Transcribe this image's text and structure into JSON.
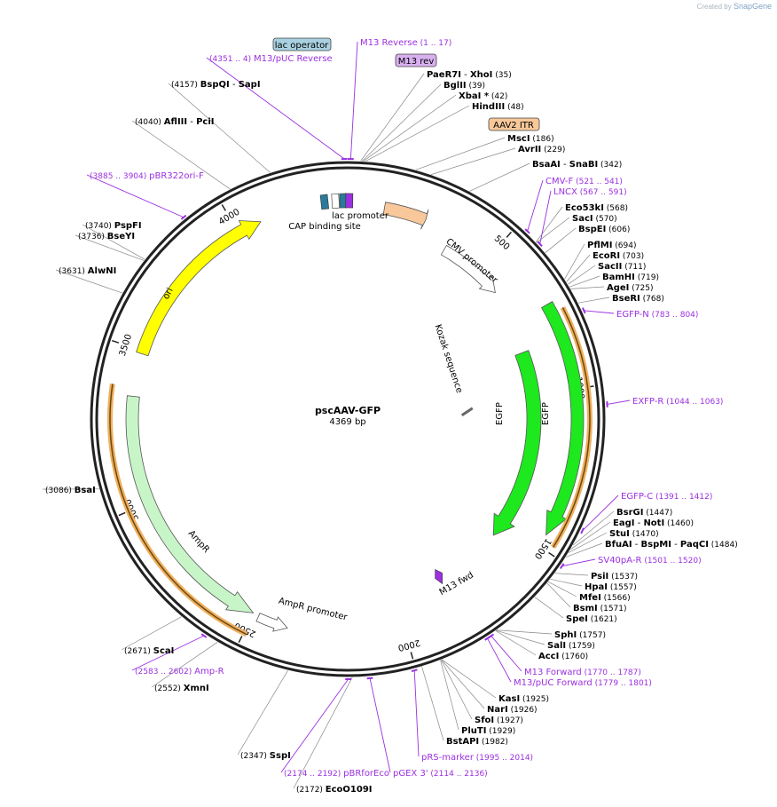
{
  "watermark": {
    "created_by": "Created by",
    "brand": "SnapGene"
  },
  "plasmid": {
    "name": "pscAAV-GFP",
    "length": "4369 bp"
  },
  "ticks": [
    "500",
    "1000",
    "1500",
    "2000",
    "2500",
    "3000",
    "3500",
    "4000"
  ],
  "features": {
    "lac_promoter": "lac promoter",
    "cap_site": "CAP binding site",
    "cmv_promoter": "CMV promoter",
    "kozak": "Kozak sequence",
    "egfp_inner": "EGFP",
    "egfp_outer": "EGFP",
    "m13fwd": "M13 fwd",
    "ampr": "AmpR",
    "ampr_promoter": "AmpR promoter",
    "ori": "ori"
  },
  "boxes": {
    "lac_operator": "lac operator",
    "m13_rev": "M13 rev",
    "aav2_itr": "AAV2 ITR"
  },
  "enzymes": [
    {
      "name": "PaeR7I",
      "sep": " - ",
      "name2": "XhoI",
      "pos": "(35)"
    },
    {
      "name": "BglII",
      "pos": "(39)"
    },
    {
      "name": "XbaI *",
      "pos": "(42)"
    },
    {
      "name": "HindIII",
      "pos": "(48)"
    },
    {
      "name": "MscI",
      "pos": "(186)"
    },
    {
      "name": "AvrII",
      "pos": "(229)"
    },
    {
      "name": "BsaAI",
      "sep": " - ",
      "name2": "SnaBI",
      "pos": "(342)"
    },
    {
      "name": "Eco53kI",
      "pos": "(568)"
    },
    {
      "name": "SacI",
      "pos": "(570)"
    },
    {
      "name": "BspEI",
      "pos": "(606)"
    },
    {
      "name": "PflMI",
      "pos": "(694)"
    },
    {
      "name": "EcoRI",
      "pos": "(703)"
    },
    {
      "name": "SacII",
      "pos": "(711)"
    },
    {
      "name": "BamHI",
      "pos": "(719)"
    },
    {
      "name": "AgeI",
      "pos": "(725)"
    },
    {
      "name": "BseRI",
      "pos": "(768)"
    },
    {
      "name": "BsrGI",
      "pos": "(1447)"
    },
    {
      "name": "EagI",
      "sep": " - ",
      "name2": "NotI",
      "pos": "(1460)"
    },
    {
      "name": "StuI",
      "pos": "(1470)"
    },
    {
      "name": "BfuAI",
      "sep": " - ",
      "name2": "BspMI",
      "sep2": " - ",
      "name3": "PaqCI",
      "pos": "(1484)"
    },
    {
      "name": "PsiI",
      "pos": "(1537)"
    },
    {
      "name": "HpaI",
      "pos": "(1557)"
    },
    {
      "name": "MfeI",
      "pos": "(1566)"
    },
    {
      "name": "BsmI",
      "pos": "(1571)"
    },
    {
      "name": "SpeI",
      "pos": "(1621)"
    },
    {
      "name": "SphI",
      "pos": "(1757)"
    },
    {
      "name": "SalI",
      "pos": "(1759)"
    },
    {
      "name": "AccI",
      "pos": "(1760)"
    },
    {
      "name": "KasI",
      "pos": "(1925)"
    },
    {
      "name": "NarI",
      "pos": "(1926)"
    },
    {
      "name": "SfoI",
      "pos": "(1927)"
    },
    {
      "name": "PluTI",
      "pos": "(1929)"
    },
    {
      "name": "BstAPI",
      "pos": "(1982)"
    },
    {
      "name": "SspI",
      "pos": "(2347)"
    },
    {
      "name": "EcoO109I",
      "pos": "(2172)"
    },
    {
      "name": "XmnI",
      "pos": "(2552)"
    },
    {
      "name": "ScaI",
      "pos": "(2671)"
    },
    {
      "name": "BsaI",
      "pos": "(3086)"
    },
    {
      "name": "AlwNI",
      "pos": "(3631)"
    },
    {
      "name": "BseYI",
      "pos": "(3736)"
    },
    {
      "name": "PspFI",
      "pos": "(3740)"
    },
    {
      "name": "AflIII",
      "sep": " - ",
      "name2": "PciI",
      "pos": "(4040)"
    },
    {
      "name": "BspQI",
      "sep": " - ",
      "name2": "SapI",
      "pos": "(4157)"
    }
  ],
  "primers": [
    {
      "name": "M13 Reverse",
      "range": "(1 .. 17)"
    },
    {
      "name": "M13/pUC Reverse",
      "range": "(4351 .. 4)"
    },
    {
      "name": "CMV-F",
      "range": "(521 .. 541)"
    },
    {
      "name": "LNCX",
      "range": "(567 .. 591)"
    },
    {
      "name": "EGFP-N",
      "range": "(783 .. 804)"
    },
    {
      "name": "EXFP-R",
      "range": "(1044 .. 1063)"
    },
    {
      "name": "EGFP-C",
      "range": "(1391 .. 1412)"
    },
    {
      "name": "SV40pA-R",
      "range": "(1501 .. 1520)"
    },
    {
      "name": "M13 Forward",
      "range": "(1770 .. 1787)"
    },
    {
      "name": "M13/pUC Forward",
      "range": "(1779 .. 1801)"
    },
    {
      "name": "pRS-marker",
      "range": "(1995 .. 2014)"
    },
    {
      "name": "pGEX 3'",
      "range": "(2114 .. 2136)"
    },
    {
      "name": "pBRforEco",
      "range": "(2174 .. 2192)"
    },
    {
      "name": "Amp-R",
      "range": "(2583 .. 2602)"
    },
    {
      "name": "pBR322ori-F",
      "range": "(3885 .. 3904)"
    }
  ],
  "colors": {
    "enzyme": "#000000",
    "primer": "#9b30e0",
    "backbone": "#222222",
    "egfp": "#1ee81e",
    "ampr": "#c8f5c8",
    "ori": "#ffff00",
    "cmv": "#ffffff",
    "itr": "#f8c89a",
    "orange_outline": "#f0b060",
    "lac_operator_box": "#a8d0e0",
    "m13rev_box": "#d8b0f0",
    "cap": "#2a7a9a"
  }
}
